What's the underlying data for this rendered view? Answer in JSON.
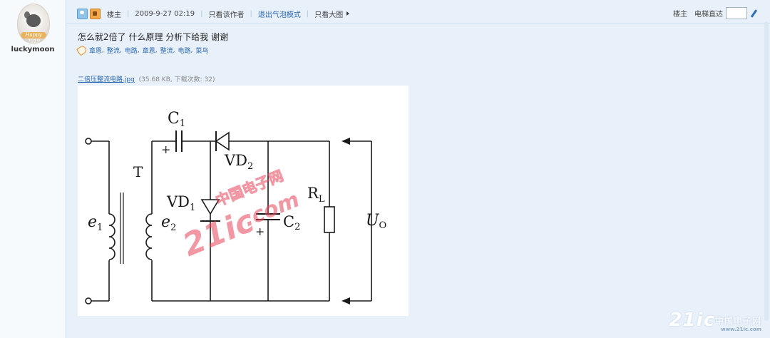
{
  "user": {
    "username": "luckymoon",
    "avatar_badge": "Happy 2019"
  },
  "header": {
    "author_label": "楼主",
    "datetime": "2009-9-27 02:19",
    "only_author_link": "只看该作者",
    "exit_bubble_link": "退出气泡模式",
    "only_large_image_link": "只看大图",
    "floor_label": "楼主",
    "jump_label": "电梯直达",
    "jump_input_value": ""
  },
  "post": {
    "title": "怎么就2倍了  什么原理 分析下给我 谢谢",
    "tags": [
      "章恩",
      "整流",
      "电路",
      "章恩",
      "整流",
      "电路",
      "菜鸟"
    ],
    "attachment": {
      "filename": "二倍压整流电路.jpg",
      "meta": "(35.68 KB, 下载次数: 32)"
    }
  },
  "figure": {
    "labels": {
      "c1": "C",
      "c1_sub": "1",
      "c1_plus": "+",
      "vd2": "VD",
      "vd2_sub": "2",
      "t": "T",
      "vd1": "VD",
      "vd1_sub": "1",
      "rl": "R",
      "rl_sub": "L",
      "e1": "e",
      "e1_sub": "1",
      "e2": "e",
      "e2_sub": "2",
      "c2": "C",
      "c2_sub": "2",
      "c2_plus": "+",
      "uo": "U",
      "uo_sub": "O"
    },
    "watermark": {
      "cn": "中国电子网",
      "brand": "21ic",
      "domain": ".com"
    }
  },
  "footer_watermark": {
    "brand": "21ic",
    "cn": "中国电子网",
    "domain": "www.21ic.com"
  },
  "colors": {
    "link": "#2c67b0",
    "post_bg": "#e8f1fa",
    "watermark_red": "#e8445a"
  }
}
